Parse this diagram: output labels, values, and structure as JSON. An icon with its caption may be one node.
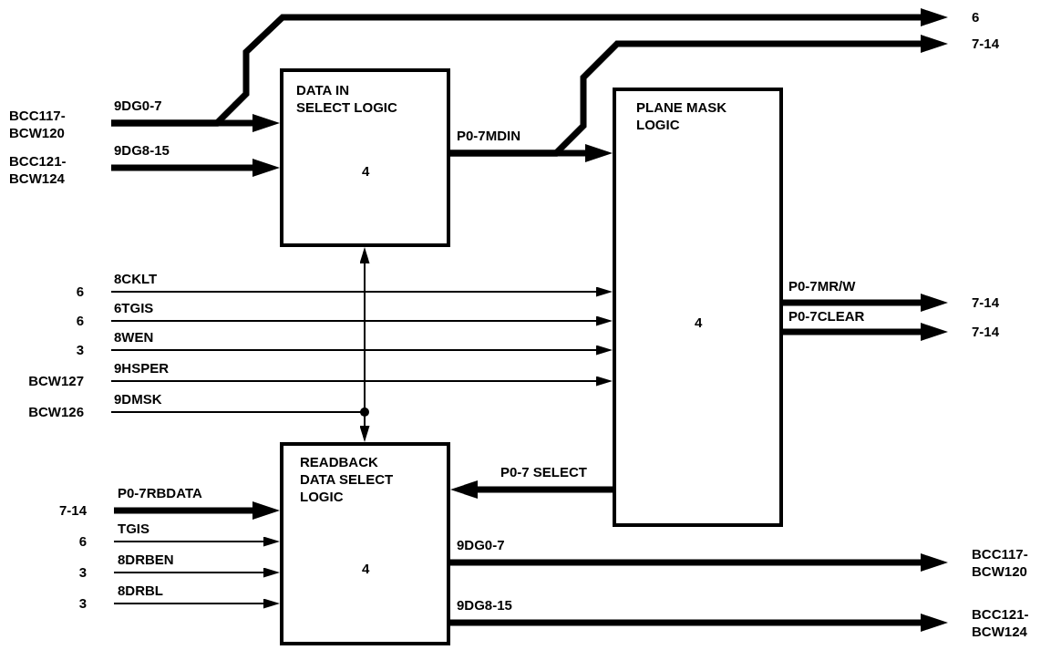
{
  "diagram": {
    "nodes": [
      {
        "text": [
          "DATA IN SELECT LOGIC",
          "4"
        ]
      },
      {
        "text": [
          "PLANE MASK LOGIC",
          "4"
        ]
      },
      {
        "text": [
          "READBACK DATA SELECT LOGIC",
          "4"
        ]
      },
      {
        "text": [
          "BCC117- BCW120"
        ]
      },
      {
        "text": [
          "BCC121- BCW124"
        ]
      },
      {
        "text": [
          "6"
        ]
      },
      {
        "text": [
          "7-14"
        ]
      },
      {
        "text": [
          "6"
        ]
      },
      {
        "text": [
          "6"
        ]
      },
      {
        "text": [
          "3"
        ]
      },
      {
        "text": [
          "BCW127"
        ]
      },
      {
        "text": [
          "BCW126"
        ]
      },
      {
        "text": [
          "7-14"
        ]
      },
      {
        "text": [
          "7-14"
        ]
      },
      {
        "text": [
          "7-14"
        ]
      },
      {
        "text": [
          "6"
        ]
      },
      {
        "text": [
          "3"
        ]
      },
      {
        "text": [
          "3"
        ]
      },
      {
        "text": [
          "BCC117- BCW120"
        ]
      },
      {
        "text": [
          "BCC121- BCW124"
        ]
      }
    ],
    "edges": [
      {
        "from": 3,
        "to": 0,
        "arrow": "to",
        "label": "9DG0-7"
      },
      {
        "from": 3,
        "to": 5,
        "arrow": "to"
      },
      {
        "from": 4,
        "to": 0,
        "arrow": "to",
        "label": "9DG8-15"
      },
      {
        "from": 0,
        "to": 1,
        "arrow": "to",
        "label": "P0-7MDIN"
      },
      {
        "from": 0,
        "to": 6,
        "arrow": "to"
      },
      {
        "from": 7,
        "to": 1,
        "arrow": "to",
        "label": "8CKLT"
      },
      {
        "from": 8,
        "to": 1,
        "arrow": "to",
        "label": "6TGIS"
      },
      {
        "from": 9,
        "to": 1,
        "arrow": "to",
        "label": "8WEN"
      },
      {
        "from": 10,
        "to": 1,
        "arrow": "to",
        "label": "9HSPER"
      },
      {
        "from": 11,
        "to": 0,
        "arrow": "to",
        "label": "9DMSK"
      },
      {
        "from": 11,
        "to": 2,
        "arrow": "to"
      },
      {
        "from": 1,
        "to": 2,
        "arrow": "to",
        "label": "P0-7 SELECT"
      },
      {
        "from": 1,
        "to": 12,
        "arrow": "to",
        "label": "P0-7MR/W"
      },
      {
        "from": 1,
        "to": 13,
        "arrow": "to",
        "label": "P0-7CLEAR"
      },
      {
        "from": 14,
        "to": 2,
        "arrow": "to",
        "label": "P0-7RBDATA"
      },
      {
        "from": 15,
        "to": 2,
        "arrow": "to",
        "label": "TGIS"
      },
      {
        "from": 16,
        "to": 2,
        "arrow": "to",
        "label": "8DRBEN"
      },
      {
        "from": 17,
        "to": 2,
        "arrow": "to",
        "label": "8DRBL"
      },
      {
        "from": 2,
        "to": 18,
        "arrow": "to",
        "label": "9DG0-7"
      },
      {
        "from": 2,
        "to": 19,
        "arrow": "to",
        "label": "9DG8-15"
      }
    ]
  }
}
